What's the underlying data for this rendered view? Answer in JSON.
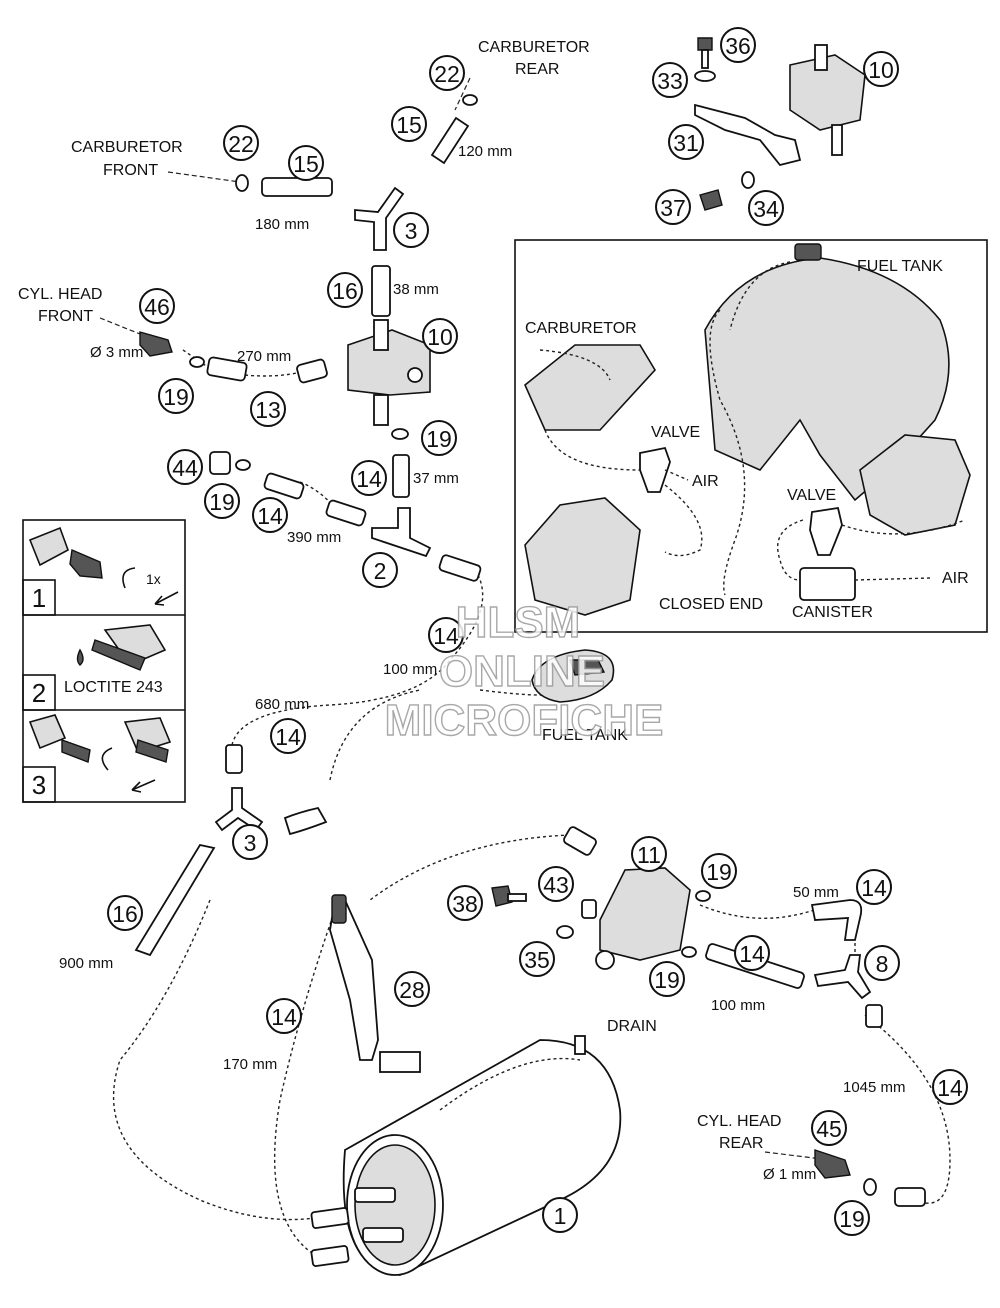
{
  "labels": {
    "carb_rear": [
      "CARBURETOR",
      "REAR"
    ],
    "carb_front": [
      "CARBURETOR",
      "FRONT"
    ],
    "cyl_head_front": [
      "CYL. HEAD",
      "FRONT"
    ],
    "cyl_head_rear": [
      "CYL. HEAD",
      "REAR"
    ],
    "inset_fuel_tank": "FUEL TANK",
    "inset_carburetor": "CARBURETOR",
    "valve_1": "VALVE",
    "valve_2": "VALVE",
    "air_1": "AIR",
    "air_2": "AIR",
    "closed_end": "CLOSED END",
    "canister": "CANISTER",
    "fuel_tank_small": "FUEL TANK",
    "drain": "DRAIN",
    "loctite": "LOCTITE 243",
    "one_x": "1x"
  },
  "measurements": {
    "m120": "120 mm",
    "m180": "180 mm",
    "m38": "38 mm",
    "m270": "270 mm",
    "d3": "Ø 3 mm",
    "m37": "37 mm",
    "m390": "390 mm",
    "m100a": "100 mm",
    "m680": "680 mm",
    "m900": "900 mm",
    "m170": "170 mm",
    "m50": "50 mm",
    "m100b": "100 mm",
    "m1045": "1045 mm",
    "d1": "Ø 1 mm"
  },
  "steps": [
    "1",
    "2",
    "3"
  ],
  "callouts": [
    "22",
    "15",
    "22",
    "15",
    "3",
    "36",
    "33",
    "10",
    "31",
    "37",
    "34",
    "16",
    "46",
    "10",
    "19",
    "13",
    "19",
    "44",
    "19",
    "14",
    "14",
    "2",
    "14",
    "14",
    "3",
    "16",
    "11",
    "19",
    "14",
    "38",
    "43",
    "35",
    "19",
    "14",
    "8",
    "28",
    "14",
    "1",
    "45",
    "14",
    "19"
  ],
  "watermark": [
    "HLSM",
    "ONLINE",
    "MICROFICHE"
  ]
}
